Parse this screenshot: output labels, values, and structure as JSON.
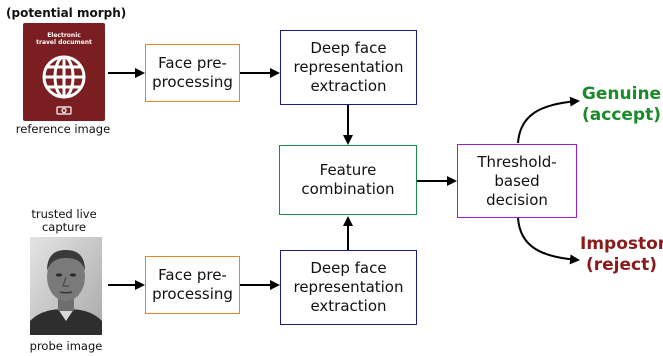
{
  "inputs": {
    "reference_caption": "(potential morph)",
    "passport_title": "Electronic\ntravel document",
    "reference_label": "reference image",
    "probe_caption": "trusted live\ncapture",
    "probe_label": "probe image"
  },
  "boxes": {
    "preproc_top": "Face pre-\nprocessing",
    "deep_top": "Deep face\nrepresentation\nextraction",
    "feature": "Feature\ncombination",
    "threshold": "Threshold-\nbased\ndecision",
    "preproc_bottom": "Face pre-\nprocessing",
    "deep_bottom": "Deep face\nrepresentation\nextraction"
  },
  "outcomes": {
    "genuine": "Genuine\n(accept)",
    "impostor": "Impostor\n(reject)"
  },
  "colors": {
    "preproc": "#e08a1e",
    "deep": "#1a1a8c",
    "feature": "#1a8a4a",
    "threshold": "#a020d0",
    "genuine": "#1a8a2a",
    "impostor": "#8b1a1a",
    "passport": "#7a1e22"
  }
}
